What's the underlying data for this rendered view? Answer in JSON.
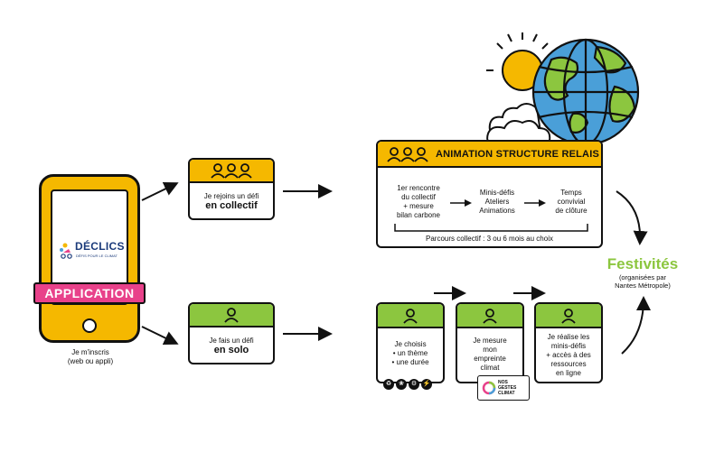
{
  "colors": {
    "yellow": "#f5b800",
    "green": "#8cc63f",
    "pink": "#e8418a",
    "blue": "#4a9fd8",
    "dark": "#111111"
  },
  "phone": {
    "app_name": "DÉCLICS",
    "app_tagline": "DÉFIS POUR LE CLIMAT",
    "badge": "APPLICATION",
    "caption_line1": "Je m'inscris",
    "caption_line2": "(web ou appli)"
  },
  "collectif_card": {
    "icon": "group-icon",
    "line1": "Je rejoins un défi",
    "line2": "en collectif"
  },
  "solo_card": {
    "icon": "person-icon",
    "line1": "Je fais un défi",
    "line2": "en solo"
  },
  "relais": {
    "title": "ANIMATION STRUCTURE RELAIS",
    "step1": [
      "1er rencontre",
      "du collectif",
      "+ mesure",
      "bilan carbone"
    ],
    "step2": [
      "Minis-défis",
      "Ateliers",
      "Animations"
    ],
    "step3": [
      "Temps",
      "convivial",
      "de clôture"
    ],
    "footer": "Parcours collectif : 3 ou 6 mois au choix"
  },
  "solo_steps": [
    {
      "lines": [
        "Je choisis",
        "• un thème",
        "• une durée"
      ]
    },
    {
      "lines": [
        "Je mesure",
        "mon",
        "empreinte",
        "climat"
      ]
    },
    {
      "lines": [
        "Je réalise les",
        "minis-défis",
        "+ accès à des",
        "ressources",
        "en ligne"
      ]
    }
  ],
  "ngc_logo": [
    "NOS",
    "GESTES",
    "CLIMAT"
  ],
  "festivites": {
    "title": "Festivités",
    "sub1": "(organisées par",
    "sub2": "Nantes Métropole)"
  }
}
